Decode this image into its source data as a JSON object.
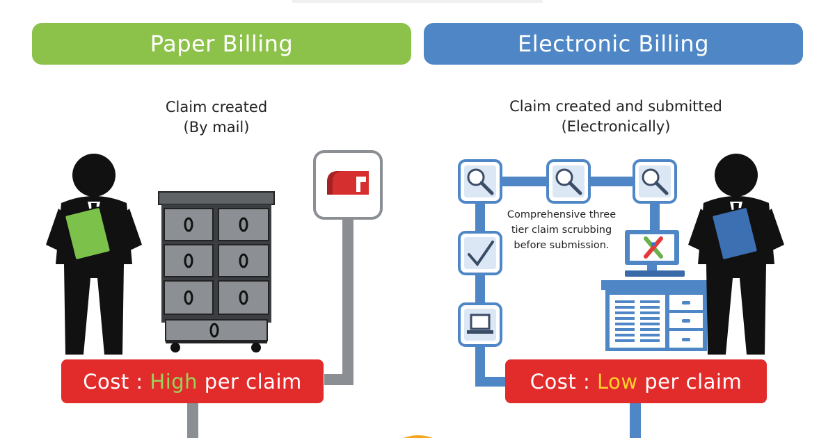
{
  "headers": {
    "paper": "Paper Billing",
    "electronic": "Electronic Billing"
  },
  "paper": {
    "caption_line1": "Claim created",
    "caption_line2": "(By mail)",
    "cost_prefix": "Cost : ",
    "cost_level": "High",
    "cost_suffix": " per claim"
  },
  "electronic": {
    "caption_line1": "Claim created and submitted",
    "caption_line2": "(Electronically)",
    "note_line1": "Comprehensive three",
    "note_line2": "tier claim scrubbing",
    "note_line3": "before submission.",
    "cost_prefix": "Cost : ",
    "cost_level": "Low",
    "cost_suffix": " per claim"
  },
  "colors": {
    "paper_header": "#8dc24a",
    "electronic_header": "#4f87c6",
    "cost_box": "#e22b2b",
    "high_highlight": "#9bd35a",
    "low_highlight": "#ffd12a",
    "paper_folder": "#7cc14a",
    "electronic_folder": "#3d6fb3"
  },
  "icons": [
    "person-icon",
    "filing-cabinet-icon",
    "mailbox-icon",
    "magnifier-icon",
    "checkmark-icon",
    "laptop-icon",
    "computer-icon",
    "desk-icon"
  ]
}
